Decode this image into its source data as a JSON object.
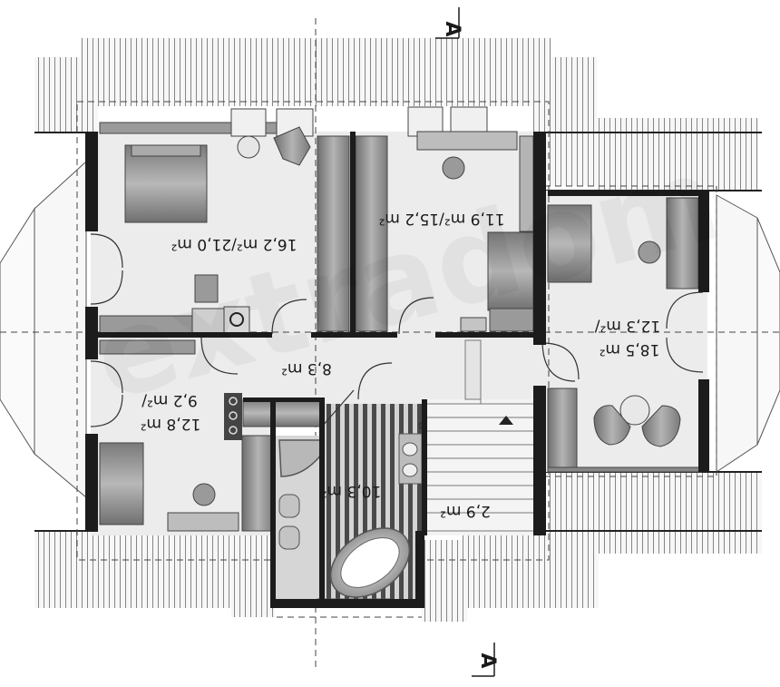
{
  "rooms": [
    {
      "id": "bedroom-1",
      "area": "16,2 m²/21,0 m²"
    },
    {
      "id": "bedroom-2",
      "area": "11,9 m²/15,2 m²"
    },
    {
      "id": "bedroom-3",
      "area_line1": "12,3 m²/",
      "area_line2": "18,5 m²"
    },
    {
      "id": "hall",
      "area": "8,3 m²"
    },
    {
      "id": "bedroom-4",
      "area_line1": "9,2 m²/",
      "area_line2": "12,8 m²"
    },
    {
      "id": "bathroom",
      "area": "10,3 m²"
    },
    {
      "id": "stair",
      "area": "2,9 m²"
    }
  ],
  "section_marks": {
    "top": "A",
    "bottom": "A"
  },
  "watermark": "extradom",
  "colors": {
    "wall": "#1c1c1c",
    "floor": "#ececec",
    "furniture": "#8a8a8a",
    "roof_line": "#555555"
  }
}
